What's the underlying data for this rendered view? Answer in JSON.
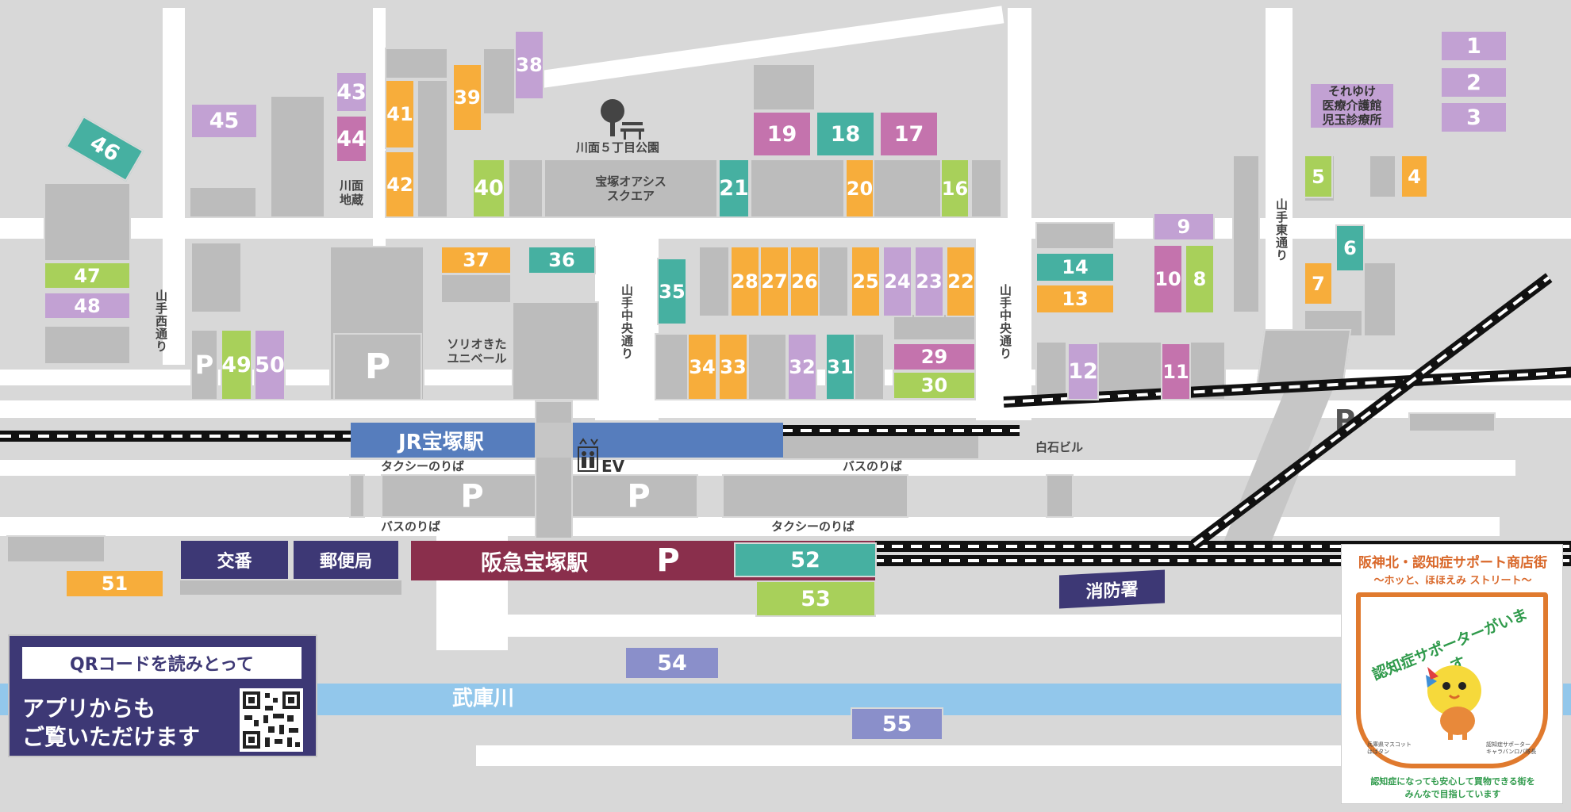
{
  "colors": {
    "purple": "#c2a1d3",
    "orange": "#f7ad3b",
    "teal": "#46b0a1",
    "green": "#a8d05a",
    "magenta": "#c473ad",
    "slate": "#8a8fca",
    "jr": "#567dbd",
    "hankyu": "#8a2f4c",
    "navy": "#3d3875",
    "river": "#92c7eb"
  },
  "shops": [
    {
      "n": "1",
      "c": "purple"
    },
    {
      "n": "2",
      "c": "purple"
    },
    {
      "n": "3",
      "c": "purple"
    },
    {
      "n": "4",
      "c": "orange"
    },
    {
      "n": "5",
      "c": "green"
    },
    {
      "n": "6",
      "c": "teal"
    },
    {
      "n": "7",
      "c": "orange"
    },
    {
      "n": "8",
      "c": "green"
    },
    {
      "n": "9",
      "c": "purple"
    },
    {
      "n": "10",
      "c": "magenta"
    },
    {
      "n": "11",
      "c": "magenta"
    },
    {
      "n": "12",
      "c": "purple"
    },
    {
      "n": "13",
      "c": "orange"
    },
    {
      "n": "14",
      "c": "teal"
    },
    {
      "n": "16",
      "c": "green"
    },
    {
      "n": "17",
      "c": "magenta"
    },
    {
      "n": "18",
      "c": "teal"
    },
    {
      "n": "19",
      "c": "magenta"
    },
    {
      "n": "20",
      "c": "orange"
    },
    {
      "n": "21",
      "c": "teal"
    },
    {
      "n": "22",
      "c": "orange"
    },
    {
      "n": "23",
      "c": "purple"
    },
    {
      "n": "24",
      "c": "purple"
    },
    {
      "n": "25",
      "c": "orange"
    },
    {
      "n": "26",
      "c": "orange"
    },
    {
      "n": "27",
      "c": "orange"
    },
    {
      "n": "28",
      "c": "orange"
    },
    {
      "n": "29",
      "c": "magenta"
    },
    {
      "n": "30",
      "c": "green"
    },
    {
      "n": "31",
      "c": "teal"
    },
    {
      "n": "32",
      "c": "purple"
    },
    {
      "n": "33",
      "c": "orange"
    },
    {
      "n": "34",
      "c": "orange"
    },
    {
      "n": "35",
      "c": "teal"
    },
    {
      "n": "36",
      "c": "teal"
    },
    {
      "n": "37",
      "c": "orange"
    },
    {
      "n": "38",
      "c": "purple"
    },
    {
      "n": "39",
      "c": "orange"
    },
    {
      "n": "40",
      "c": "green"
    },
    {
      "n": "41",
      "c": "orange"
    },
    {
      "n": "42",
      "c": "orange"
    },
    {
      "n": "43",
      "c": "purple"
    },
    {
      "n": "44",
      "c": "magenta"
    },
    {
      "n": "45",
      "c": "purple"
    },
    {
      "n": "46",
      "c": "teal"
    },
    {
      "n": "47",
      "c": "green"
    },
    {
      "n": "48",
      "c": "purple"
    },
    {
      "n": "49",
      "c": "green"
    },
    {
      "n": "50",
      "c": "purple"
    },
    {
      "n": "51",
      "c": "orange"
    },
    {
      "n": "52",
      "c": "teal"
    },
    {
      "n": "53",
      "c": "green"
    },
    {
      "n": "54",
      "c": "slate"
    },
    {
      "n": "55",
      "c": "slate"
    }
  ],
  "labels": {
    "park": "川面５丁目公園",
    "oasis": "宝塚オアシス\nスクエア",
    "jizo": "川面\n地蔵",
    "solio": "ソリオきた\nユニベール",
    "soreyuke": "それゆけ\n医療介護館\n児玉診療所",
    "shiraishi": "白石ビル",
    "taxi1": "タクシーのりば",
    "bus1": "バスのりば",
    "bus2": "バスのりば",
    "taxi2": "タクシーのりば",
    "ev": "EV",
    "river": "武庫川"
  },
  "streets": {
    "nishi": "山手西通り",
    "chuo1": "山手中央通り",
    "chuo2": "山手中央通り",
    "higashi": "山手東通り"
  },
  "stations": {
    "jr": "JR宝塚駅",
    "hankyu": "阪急宝塚駅"
  },
  "facilities": {
    "koban": "交番",
    "post": "郵便局",
    "fire": "消防署"
  },
  "parking": "P",
  "qr": {
    "top": "QRコードを読みとって",
    "line1": "アプリからも",
    "line2": "ご覧いただけます"
  },
  "badge": {
    "title": "阪神北・認知症サポート商店街",
    "subtitle": "～ホッと、ほほえみ ストリート～",
    "arc": "認知症サポーターがいます",
    "mascot1": "兵庫県マスコット\nはばタン",
    "mascot2": "認知症サポーター\nキャラバンロバ隊長",
    "footer1": "認知症になっても安心して買物できる街を",
    "footer2": "みんなで目指しています"
  },
  "icons": {
    "tree": "tree-icon",
    "bench": "bench-icon",
    "elevator": "elevator-icon",
    "qr": "qr-code-icon",
    "mascot": "mascot-icon"
  }
}
